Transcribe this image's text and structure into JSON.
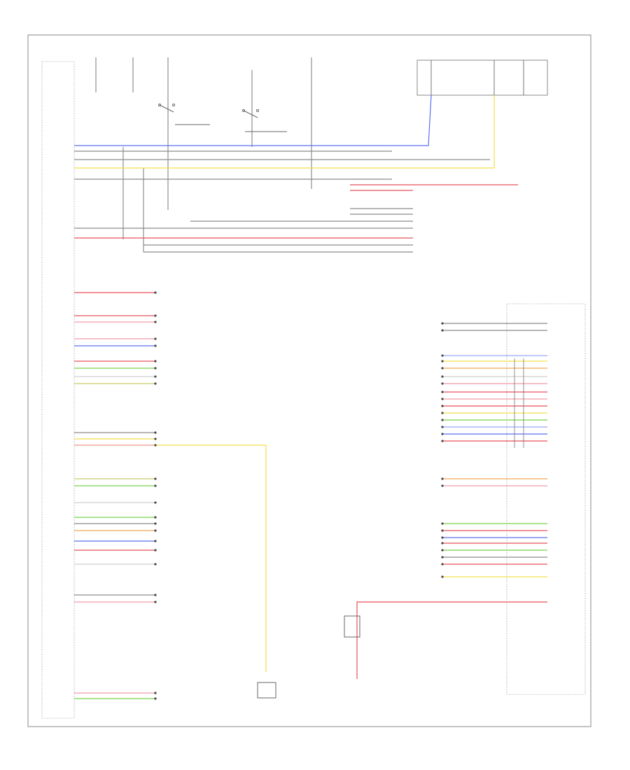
{
  "diagram": {
    "footer_left": "",
    "colors": {
      "red": "#e8505b",
      "pink": "#f19aa7",
      "green": "#78d24b",
      "light_green": "#b7ef8f",
      "yellow": "#f2e04a",
      "olive": "#c8c96a",
      "blue": "#5b6ff0",
      "light_blue": "#96a7f5",
      "gray": "#8a8a8a",
      "light_gray": "#cfcfcf",
      "orange": "#f2a65a"
    },
    "left_rows": [
      {
        "color": "red",
        "system": ""
      },
      {
        "color": "red",
        "system": ""
      },
      {
        "color": "pink",
        "system": ""
      },
      {
        "color": "pink",
        "system": ""
      },
      {
        "color": "blue",
        "system": ""
      },
      {
        "color": "red",
        "system": ""
      },
      {
        "color": "green",
        "system": ""
      },
      {
        "color": "light_gray",
        "system": ""
      },
      {
        "color": "olive",
        "system": ""
      },
      {
        "color": "gray",
        "system": ""
      },
      {
        "color": "yellow",
        "system": ""
      },
      {
        "color": "pink",
        "system": ""
      },
      {
        "color": "olive",
        "system": ""
      },
      {
        "color": "green",
        "system": ""
      },
      {
        "color": "light_gray",
        "system": ""
      },
      {
        "color": "green",
        "system": ""
      },
      {
        "color": "gray",
        "system": ""
      },
      {
        "color": "orange",
        "system": ""
      },
      {
        "color": "blue",
        "system": ""
      },
      {
        "color": "red",
        "system": ""
      },
      {
        "color": "light_gray",
        "system": ""
      },
      {
        "color": "gray",
        "system": ""
      },
      {
        "color": "pink",
        "system": ""
      },
      {
        "color": "pink",
        "system": ""
      },
      {
        "color": "green",
        "system": ""
      }
    ],
    "right_rows": [
      {
        "color": "gray",
        "system": ""
      },
      {
        "color": "gray",
        "system": ""
      },
      {
        "color": "light_blue",
        "system": ""
      },
      {
        "color": "yellow",
        "system": ""
      },
      {
        "color": "orange",
        "system": ""
      },
      {
        "color": "light_gray",
        "system": ""
      },
      {
        "color": "pink",
        "system": ""
      },
      {
        "color": "red",
        "system": ""
      },
      {
        "color": "pink",
        "system": ""
      },
      {
        "color": "red",
        "system": ""
      },
      {
        "color": "yellow",
        "system": ""
      },
      {
        "color": "green",
        "system": ""
      },
      {
        "color": "light_blue",
        "system": ""
      },
      {
        "color": "blue",
        "system": ""
      },
      {
        "color": "red",
        "system": ""
      },
      {
        "color": "orange",
        "system": ""
      },
      {
        "color": "pink",
        "system": ""
      },
      {
        "color": "green",
        "system": ""
      },
      {
        "color": "red",
        "system": ""
      },
      {
        "color": "blue",
        "system": ""
      },
      {
        "color": "red",
        "system": ""
      },
      {
        "color": "green",
        "system": ""
      },
      {
        "color": "gray",
        "system": ""
      },
      {
        "color": "red",
        "system": ""
      },
      {
        "color": "yellow",
        "system": ""
      }
    ]
  }
}
